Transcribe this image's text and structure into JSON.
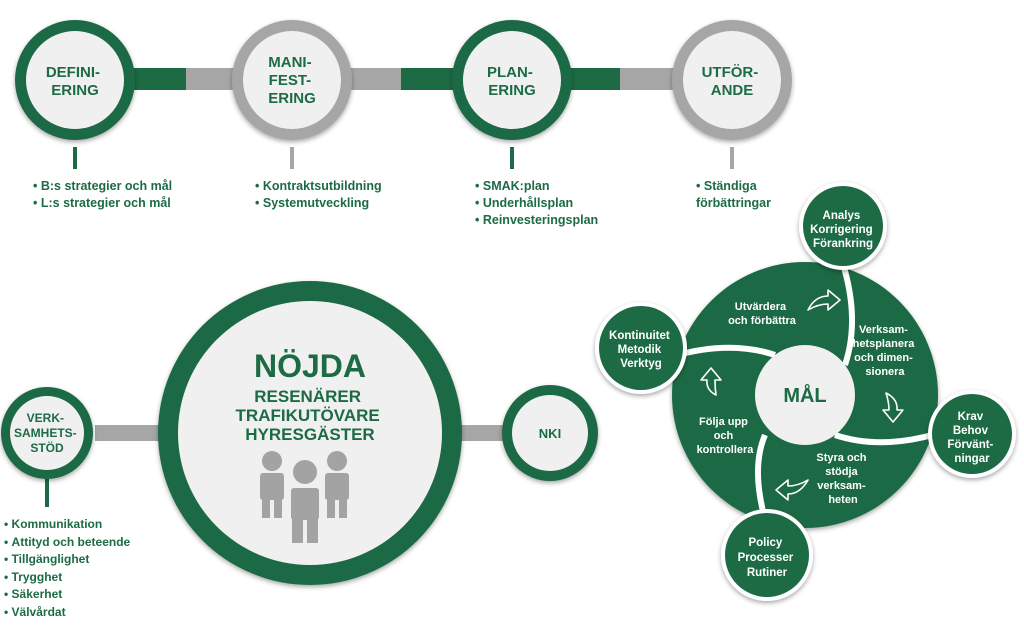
{
  "colors": {
    "green": "#1c6b45",
    "grey": "#a6a6a6",
    "light_fill": "#f0f0f0",
    "person": "#a3a3a3"
  },
  "process": {
    "steps": [
      {
        "lines": [
          "DEFINI-",
          "ERING"
        ],
        "ring": "green",
        "bullets": [
          "B:s strategier och mål",
          "L:s strategier och mål"
        ]
      },
      {
        "lines": [
          "MANI-",
          "FEST-",
          "ERING"
        ],
        "ring": "grey",
        "bullets": [
          "Kontraktsutbildning",
          "Systemutveckling"
        ]
      },
      {
        "lines": [
          "PLAN-",
          "ERING"
        ],
        "ring": "green",
        "bullets": [
          "SMAK:plan",
          "Underhållsplan",
          "Reinvesteringsplan"
        ]
      },
      {
        "lines": [
          "UTFÖR-",
          "ANDE"
        ],
        "ring": "grey",
        "bullets": [
          "Ständiga förbättringar"
        ]
      }
    ]
  },
  "center": {
    "title": "NÖJDA",
    "lines": [
      "RESENÄRER",
      "TRAFIKUTÖVARE",
      "HYRESGÄSTER"
    ],
    "icon": "people-group-icon"
  },
  "support": {
    "lines": [
      "VERK-",
      "SAMHETS-",
      "STÖD"
    ],
    "bullets": [
      "Kommunikation",
      "Attityd och beteende",
      "Tillgänglighet",
      "Trygghet",
      "Säkerhet",
      "Välvårdat"
    ]
  },
  "nki": {
    "label": "NKI"
  },
  "cycle": {
    "center_label": "MÅL",
    "phases": [
      [
        "Utvärdera",
        "och förbättra"
      ],
      [
        "Verksam-",
        "hetsplanera",
        "och dimen-",
        "sionera"
      ],
      [
        "Styra och",
        "stödja",
        "verksam-",
        "heten"
      ],
      [
        "Följa upp",
        "och",
        "kontrollera"
      ]
    ],
    "satellites": [
      [
        "Analys",
        "Korrigering",
        "Förankring"
      ],
      [
        "Krav",
        "Behov",
        "Förvänt-",
        "ningar"
      ],
      [
        "Policy",
        "Processer",
        "Rutiner"
      ],
      [
        "Kontinuitet",
        "Metodik",
        "Verktyg"
      ]
    ]
  }
}
